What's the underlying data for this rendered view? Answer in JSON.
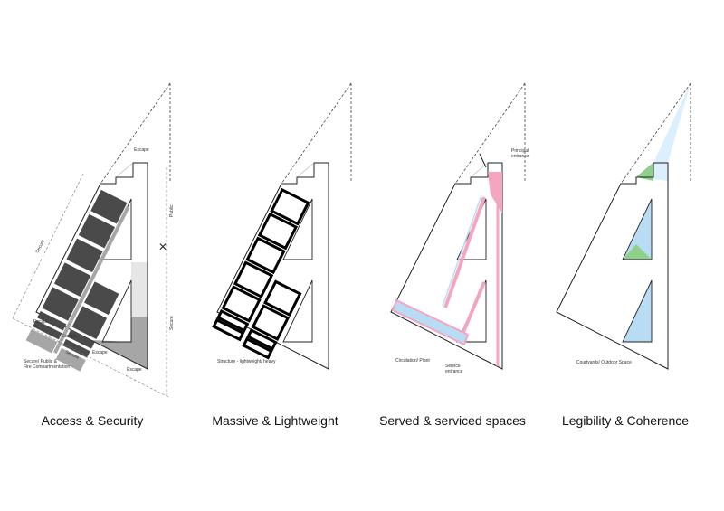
{
  "panels": [
    {
      "caption": "Access & Security",
      "labels": {
        "escape": "Escape",
        "public": "Public",
        "secure": "Secure",
        "legend": "Secure/ Public &",
        "legend2": "Fire Compartmentation"
      }
    },
    {
      "caption": "Massive & Lightweight",
      "labels": {
        "legend": "Structure - lightweight/ heavy"
      }
    },
    {
      "caption": "Served & serviced spaces",
      "labels": {
        "principal": "Principal",
        "principal2": "entrance",
        "legend": "Circulation/ Plant",
        "service": "Service",
        "service2": "entrance"
      }
    },
    {
      "caption": "Legibility & Coherence",
      "labels": {
        "legend": "Courtyards/ Outdoor Space"
      }
    }
  ],
  "colors": {
    "dark": "#4a4a4a",
    "mid": "#a6a6a6",
    "light": "#e6e6e6",
    "pink": "#f4a6c0",
    "blue": "#b9dcf5",
    "green": "#8fd08a"
  }
}
